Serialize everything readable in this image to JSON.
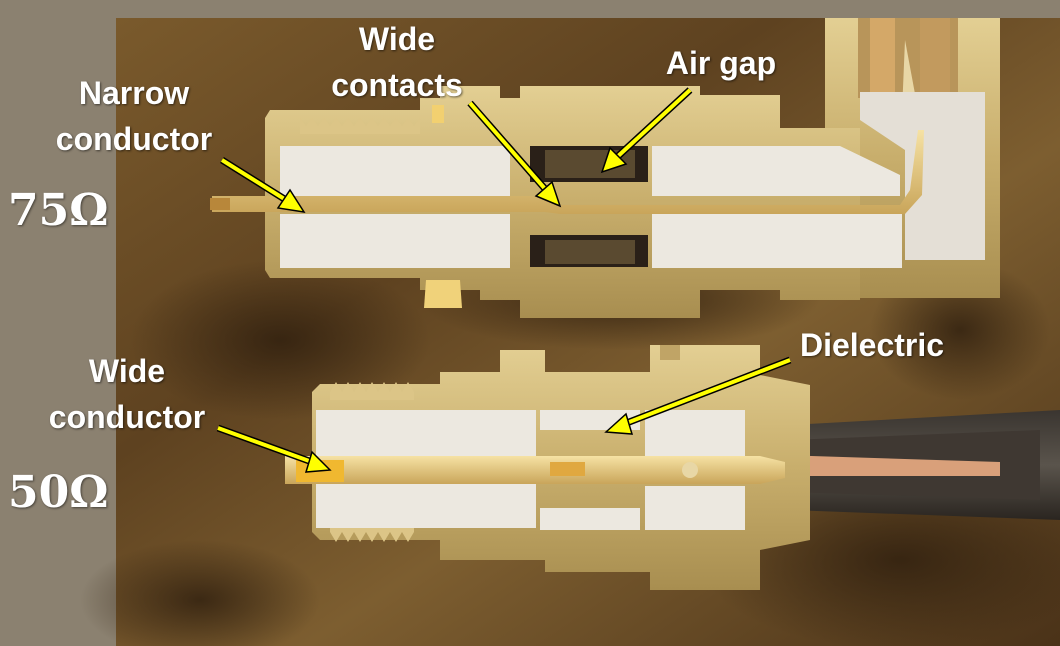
{
  "colors": {
    "background": "#8b8170",
    "wood": "#6e4f26",
    "brass": "#cbb377",
    "dielectric": "#ece8e0",
    "arrow": "#ffff00",
    "label_text": "#ffffff"
  },
  "labels": {
    "wide_contacts": [
      "Wide",
      "contacts"
    ],
    "air_gap": "Air gap",
    "narrow_conductor": [
      "Narrow",
      "conductor"
    ],
    "dielectric": "Dielectric",
    "wide_conductor": [
      "Wide",
      "conductor"
    ]
  },
  "impedances": {
    "top": "75Ω",
    "bottom": "50Ω"
  }
}
